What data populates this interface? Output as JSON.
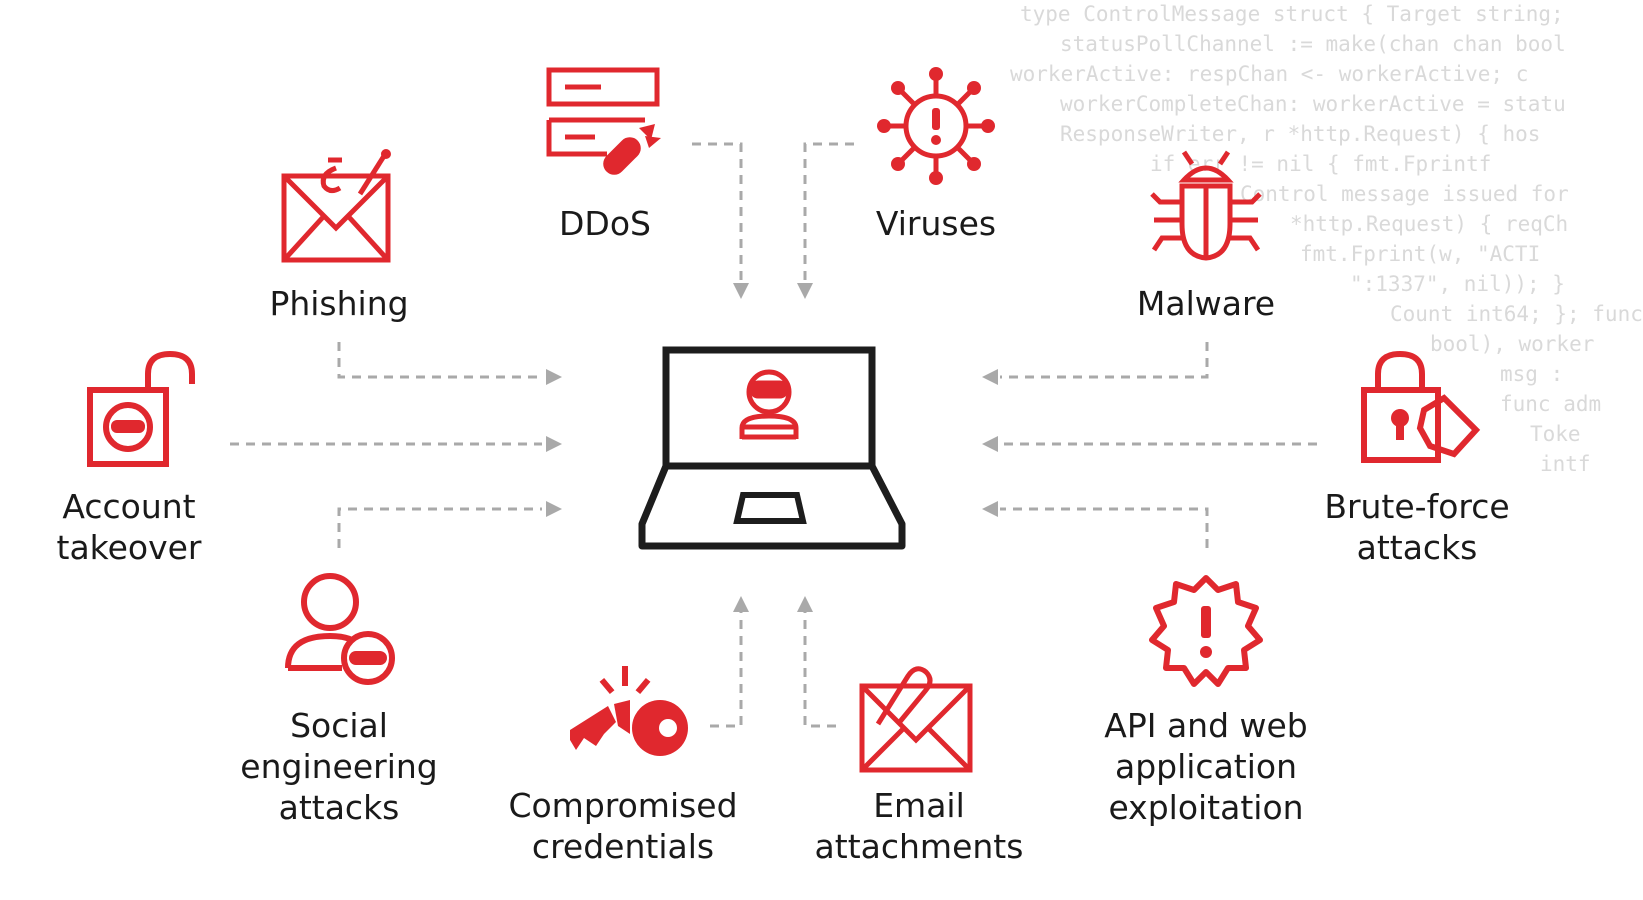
{
  "colors": {
    "accent": "#e0282e",
    "outline": "#1d1d1d",
    "connector": "#a9a9a9"
  },
  "background_code": [
    "type ControlMessage struct { Target string;",
    "statusPollChannel := make(chan chan bool",
    "workerActive: respChan <- workerActive; c",
    "workerCompleteChan: workerActive = statu",
    "ResponseWriter, r *http.Request) { hos",
    "if err != nil { fmt.Fprintf",
    "Control message issued for",
    "*http.Request) { reqCh",
    "fmt.Fprint(w, \"ACTI",
    "\":1337\", nil)); }",
    "Count int64; }; func",
    "bool), worker",
    "msg :",
    "func adm",
    "Toke",
    "intf"
  ],
  "center": {
    "icon": "hacker-laptop-icon"
  },
  "threats": [
    {
      "id": "phishing",
      "icon": "phishing-envelope-icon",
      "lines": [
        "Phishing"
      ]
    },
    {
      "id": "ddos",
      "icon": "ddos-bomb-icon",
      "lines": [
        "DDoS"
      ]
    },
    {
      "id": "viruses",
      "icon": "virus-icon",
      "lines": [
        "Viruses"
      ]
    },
    {
      "id": "malware",
      "icon": "bug-icon",
      "lines": [
        "Malware"
      ]
    },
    {
      "id": "account-takeover",
      "icon": "unlocked-padlock-hacker-icon",
      "lines": [
        "Account",
        "takeover"
      ]
    },
    {
      "id": "brute-force",
      "icon": "padlock-fist-icon",
      "lines": [
        "Brute-force",
        "attacks"
      ]
    },
    {
      "id": "social-engineering",
      "icon": "user-hacker-icon",
      "lines": [
        "Social",
        "engineering",
        "attacks"
      ]
    },
    {
      "id": "compromised-credentials",
      "icon": "broken-key-icon",
      "lines": [
        "Compromised",
        "credentials"
      ]
    },
    {
      "id": "email-attachments",
      "icon": "paperclip-envelope-icon",
      "lines": [
        "Email",
        "attachments"
      ]
    },
    {
      "id": "api-exploitation",
      "icon": "alert-gear-icon",
      "lines": [
        "API and web",
        "application",
        "exploitation"
      ]
    }
  ]
}
